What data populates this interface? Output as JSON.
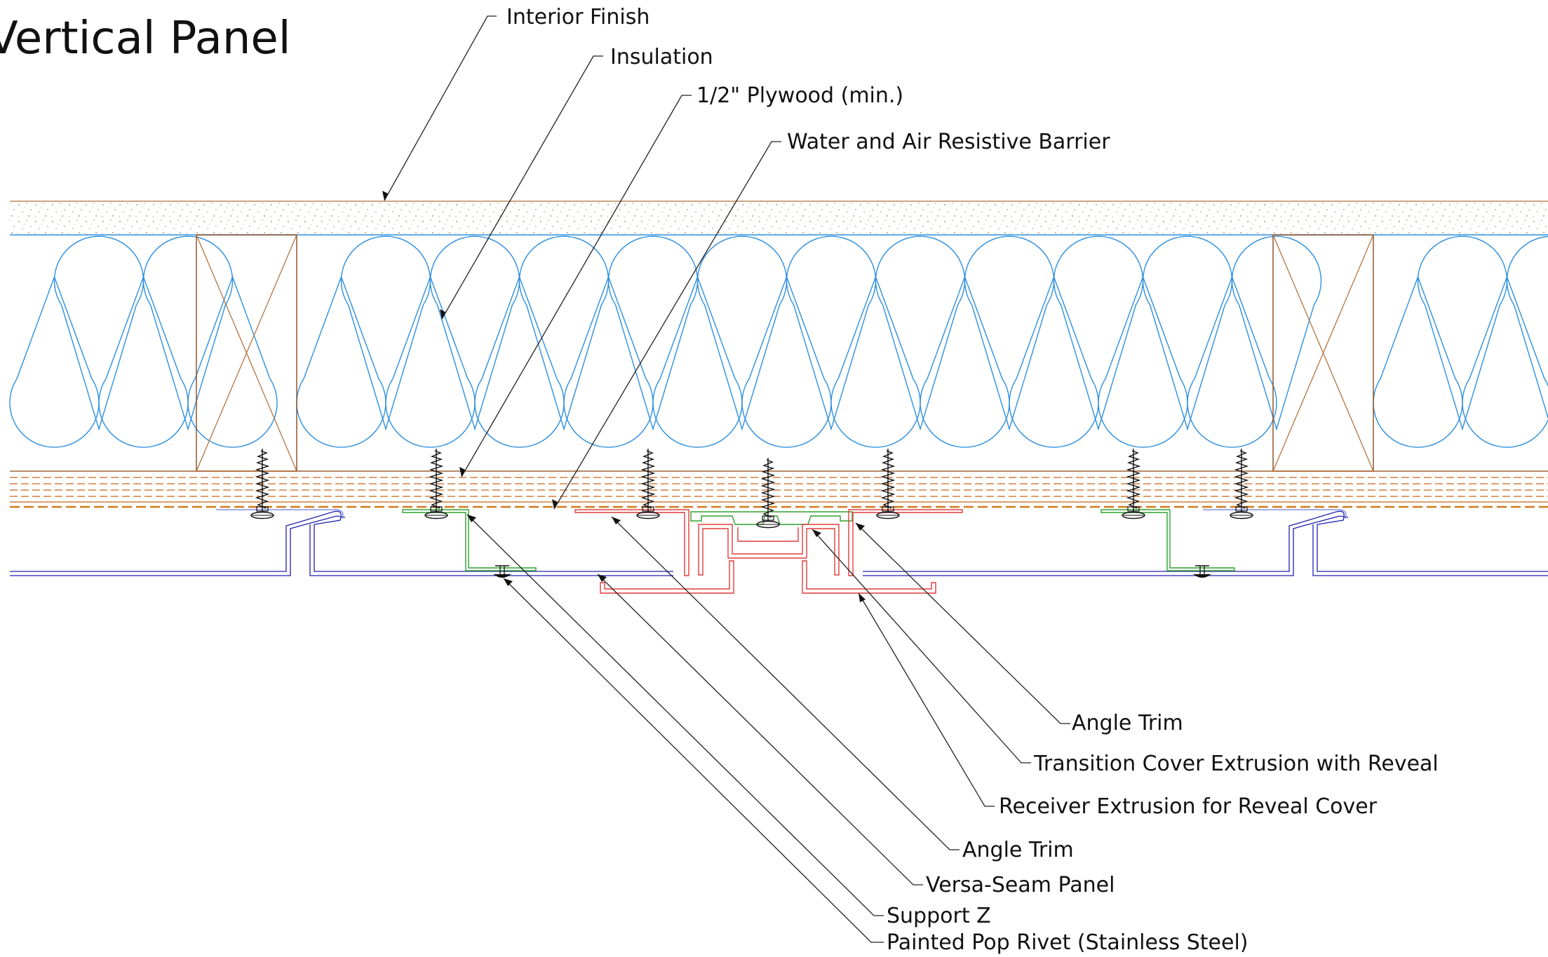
{
  "title": "Vertical Panel",
  "labels": {
    "interior_finish": "Interior Finish",
    "insulation": "Insulation",
    "plywood": "1/2\" Plywood (min.)",
    "wrb": "Water and Air Resistive Barrier",
    "angle_trim_right": "Angle Trim",
    "transition_cover": "Transition Cover Extrusion with Reveal",
    "receiver_extrusion": "Receiver Extrusion for Reveal Cover",
    "angle_trim_left": "Angle Trim",
    "versa_seam": "Versa-Seam Panel",
    "support_z": "Support Z",
    "pop_rivet": "Painted Pop Rivet (Stainless Steel)"
  },
  "colors": {
    "insulation": "#2d8fe0",
    "stud": "#8b4a1c",
    "plywood": "#c8651a",
    "wrb": "#d07a1e",
    "panel": "#2020b0",
    "support": "#2fa02f",
    "extrusion": "#e33b3b"
  }
}
